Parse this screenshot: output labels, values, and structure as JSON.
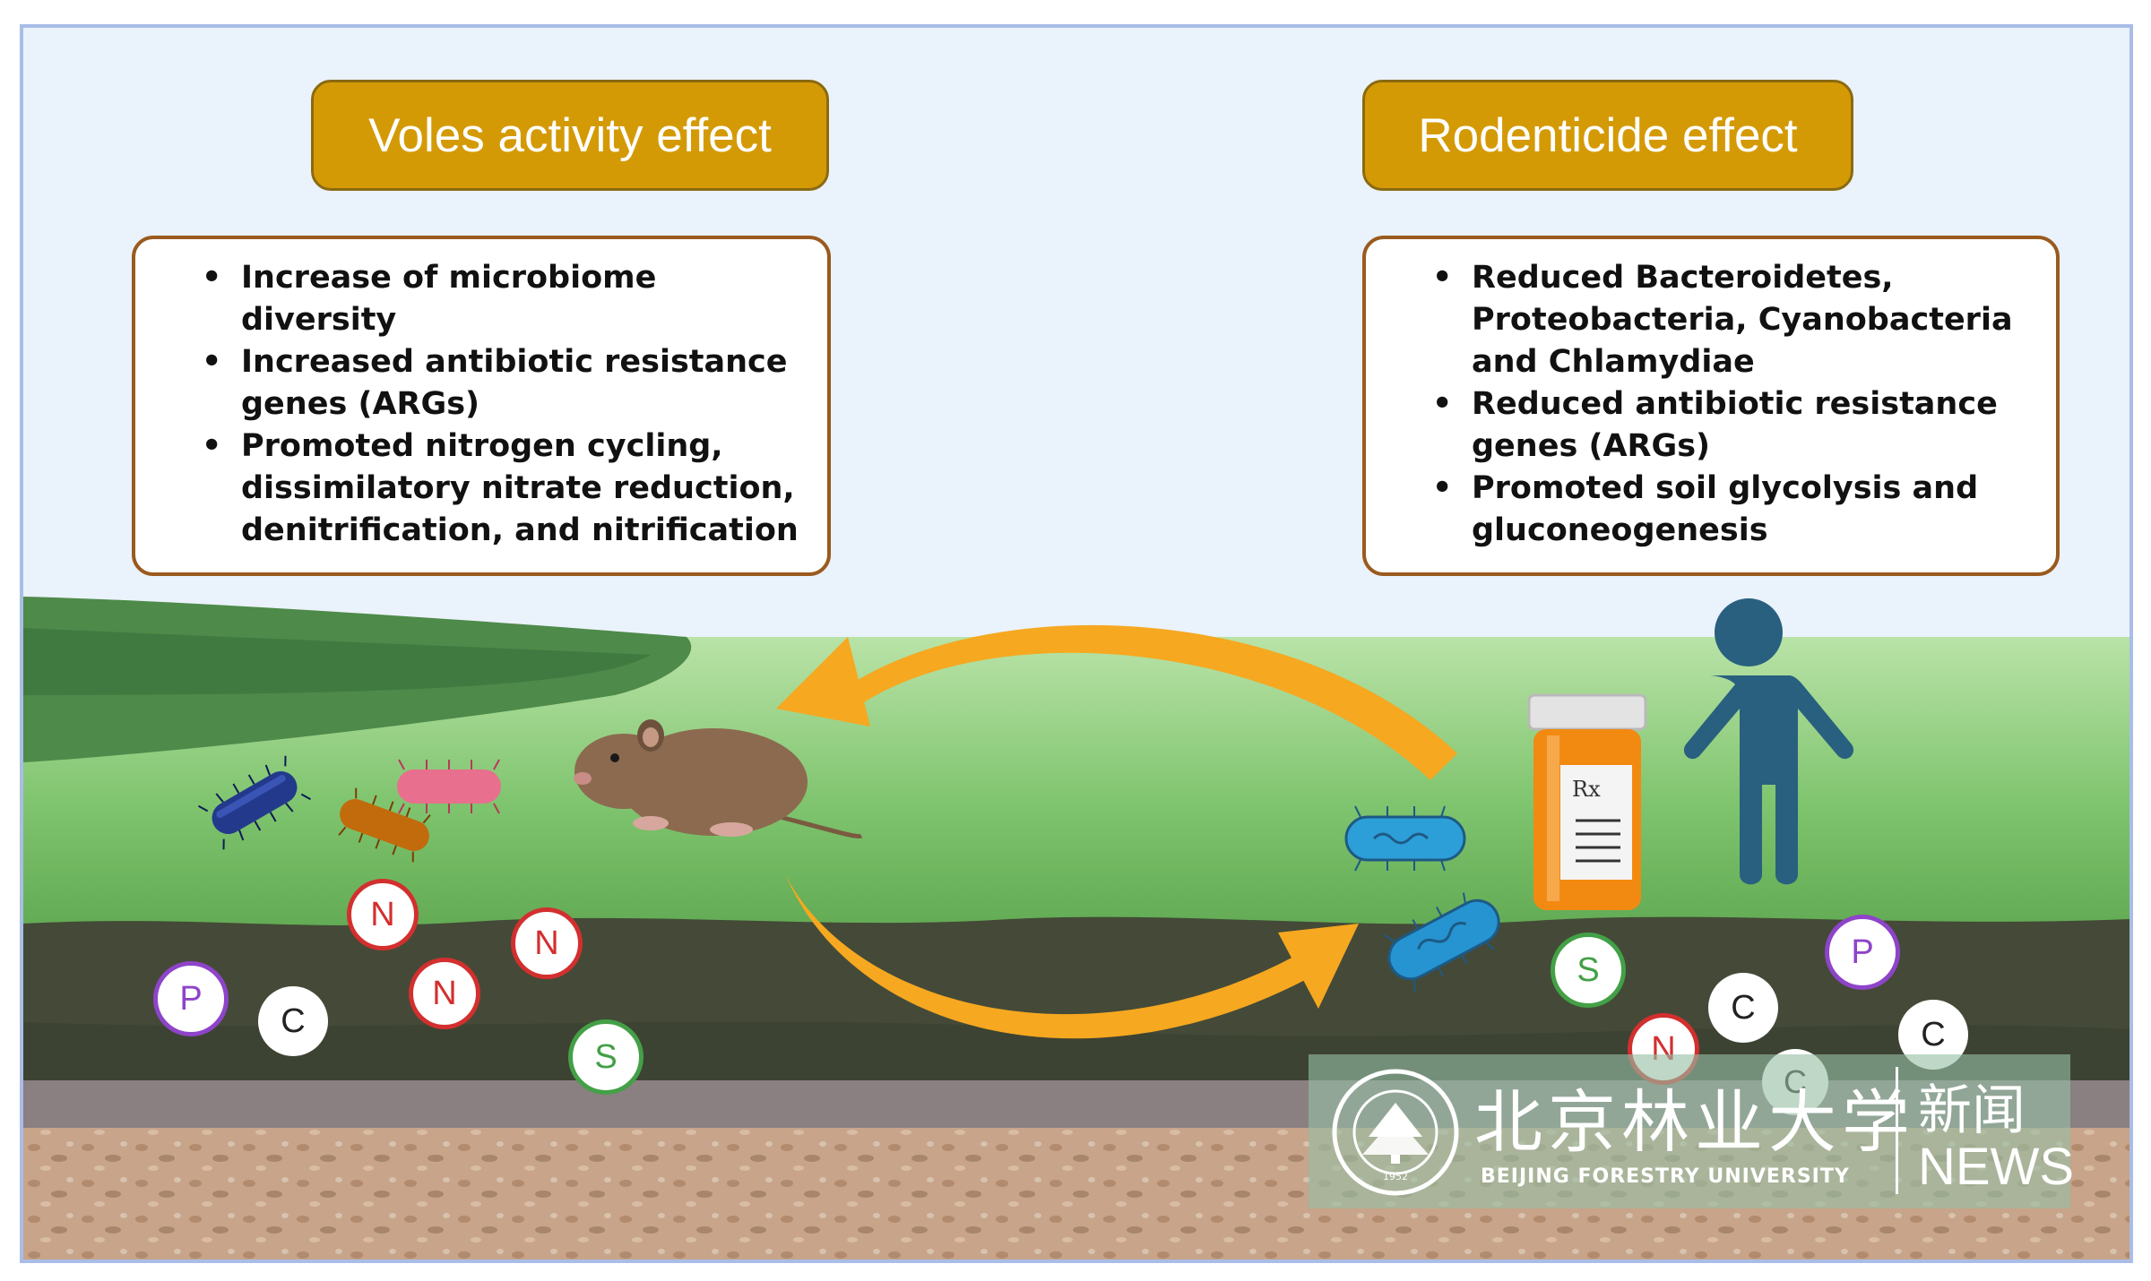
{
  "left_panel": {
    "title": "Voles activity effect",
    "bullets": [
      {
        "lines": [
          "Increase of microbiome",
          "diversity"
        ]
      },
      {
        "lines": [
          "Increased antibiotic resistance",
          "genes (ARGs)"
        ]
      },
      {
        "lines": [
          "Promoted nitrogen cycling,",
          "dissimilatory nitrate reduction,",
          "denitrification, and nitrification"
        ]
      }
    ]
  },
  "right_panel": {
    "title": "Rodenticide effect",
    "bullets": [
      {
        "lines": [
          "Reduced Bacteroidetes,",
          "Proteobacteria, Cyanobacteria",
          "and Chlamydiae"
        ]
      },
      {
        "lines": [
          "Reduced antibiotic resistance",
          "genes (ARGs)"
        ]
      },
      {
        "lines": [
          "Promoted soil glycolysis and",
          "gluconeogenesis"
        ]
      }
    ]
  },
  "bottle_label": "Rx",
  "nutrients": {
    "N": "N",
    "P": "P",
    "C": "C",
    "S": "S"
  },
  "watermark": {
    "chinese_name": "北京林业大学",
    "english_name": "BEIJING FORESTRY UNIVERSITY",
    "news_cn": "新闻",
    "news_en": "NEWS",
    "seal_year": "1952"
  },
  "colors": {
    "title_badge": "#d49a06",
    "box_border": "#9a5a1e",
    "arrow": "#f6a820",
    "grass": "#7fc46e",
    "soil_dark": "#444a37",
    "nitrogen": "#d32f2f",
    "phosphorus": "#8e44c9",
    "sulfur": "#43a047",
    "carbon": "#222222"
  }
}
